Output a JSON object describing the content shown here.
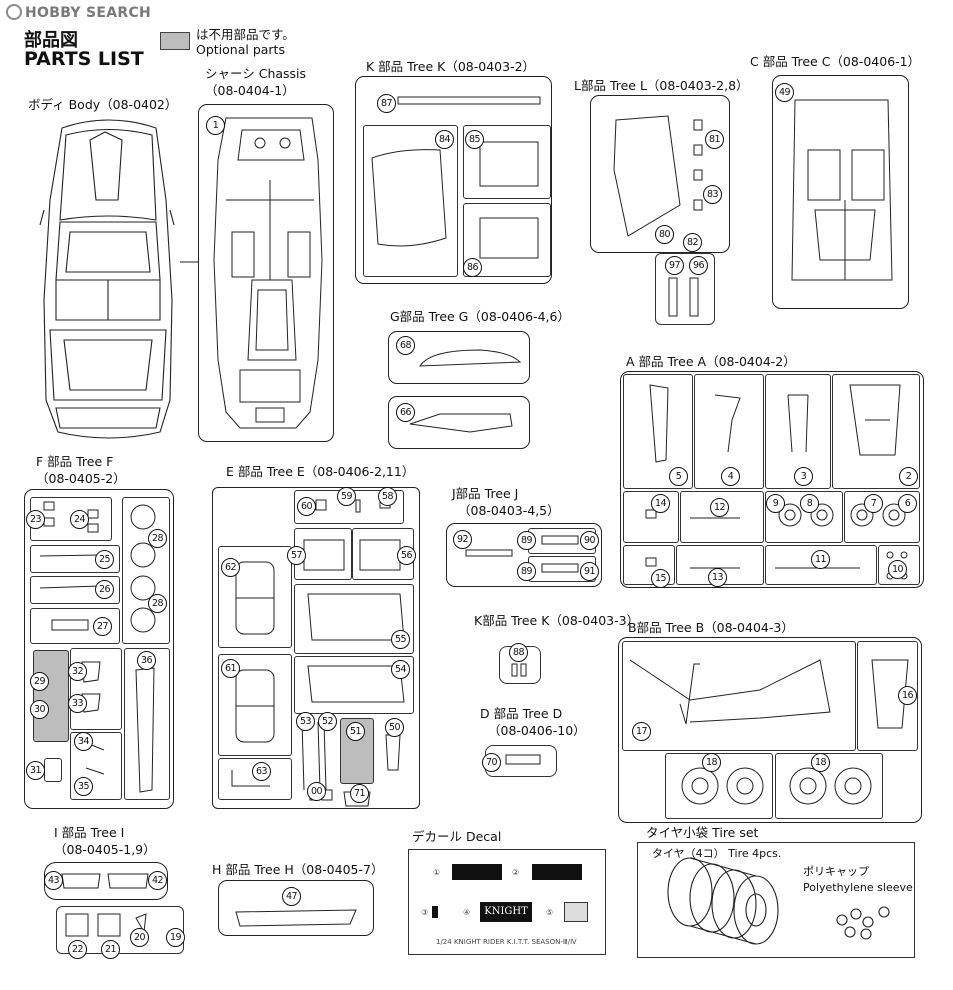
{
  "header": {
    "logo": "HOBBY SEARCH",
    "title_ja": "部品図",
    "title_en": "PARTS LIST",
    "legend_ja": "は不用部品です。",
    "legend_en": "Optional parts"
  },
  "trees": {
    "body": {
      "label": "ボディ Body（08-0402）"
    },
    "chassis": {
      "label1": "シャーシ Chassis",
      "label2": "（08-0404-1）"
    },
    "k1": {
      "label": "K 部品 Tree K（08-0403-2）"
    },
    "l": {
      "label": "L部品 Tree L（08-0403-2,8）"
    },
    "c": {
      "label": "C 部品 Tree C（08-0406-1）"
    },
    "g": {
      "label": "G部品 Tree G（08-0406-4,6）"
    },
    "a": {
      "label": "A 部品 Tree A（08-0404-2）"
    },
    "f": {
      "label1": "F 部品 Tree F",
      "label2": "（08-0405-2）"
    },
    "e": {
      "label": "E 部品 Tree E（08-0406-2,11）"
    },
    "j": {
      "label1": "J部品 Tree J",
      "label2": "（08-0403-4,5）"
    },
    "k2": {
      "label": "K部品 Tree K（08-0403-3）"
    },
    "b": {
      "label": "B部品 Tree B（08-0404-3）"
    },
    "d": {
      "label1": "D 部品 Tree D",
      "label2": "（08-0406-10）"
    },
    "i": {
      "label1": "I 部品 Tree I",
      "label2": "（08-0405-1,9）"
    },
    "h": {
      "label": "H 部品 Tree H（08-0405-7）"
    }
  },
  "decal": {
    "label": "デカール Decal",
    "markers": [
      "①",
      "②",
      "③",
      "④",
      "⑤"
    ],
    "knight": "KNIGHT",
    "caption": "1/24  KNIGHT RIDER  K.I.T.T. SEASON-Ⅲ/Ⅳ"
  },
  "tireset": {
    "label": "タイヤ小袋 Tire set",
    "tire_label": "タイヤ（4コ）  Tire 4pcs.",
    "cap_ja": "ポリキャップ",
    "cap_en": "Polyethylene sleeve"
  },
  "parts": {
    "p1": "1",
    "p2": "2",
    "p3": "3",
    "p4": "4",
    "p5": "5",
    "p6": "6",
    "p7": "7",
    "p8": "8",
    "p9": "9",
    "p10": "10",
    "p11": "11",
    "p12": "12",
    "p13": "13",
    "p14": "14",
    "p15": "15",
    "p16": "16",
    "p17": "17",
    "p18a": "18",
    "p18b": "18",
    "p19": "19",
    "p20": "20",
    "p21": "21",
    "p22": "22",
    "p23": "23",
    "p24": "24",
    "p25": "25",
    "p26": "26",
    "p27": "27",
    "p28a": "28",
    "p28b": "28",
    "p29": "29",
    "p30": "30",
    "p31": "31",
    "p32": "32",
    "p33": "33",
    "p34": "34",
    "p35": "35",
    "p36": "36",
    "p42": "42",
    "p43": "43",
    "p47": "47",
    "p49": "49",
    "p50": "50",
    "p51": "51",
    "p52": "52",
    "p53": "53",
    "p54": "54",
    "p55": "55",
    "p56": "56",
    "p57": "57",
    "p58": "58",
    "p59": "59",
    "p60": "60",
    "p61": "61",
    "p62": "62",
    "p63": "63",
    "p66": "66",
    "p68": "68",
    "p70": "70",
    "p71": "71",
    "p80": "80",
    "p81": "81",
    "p82": "82",
    "p83": "83",
    "p84": "84",
    "p85": "85",
    "p86": "86",
    "p87": "87",
    "p88": "88",
    "p89a": "89",
    "p89b": "89",
    "p90": "90",
    "p91": "91",
    "p92": "92",
    "p96": "96",
    "p97": "97",
    "p00": "00"
  }
}
